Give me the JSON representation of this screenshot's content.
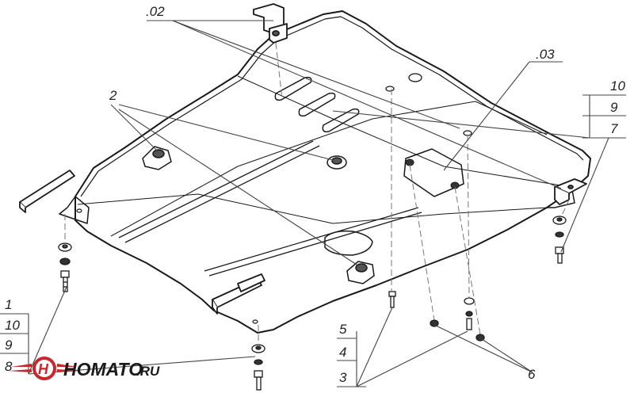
{
  "callouts": {
    "c02": ".02",
    "c03": ".03",
    "c2": "2",
    "c10r": "10",
    "c9r": "9",
    "c7": "7",
    "c1": "1",
    "c10l": "10",
    "c9l": "9",
    "c8": "8",
    "c5": "5",
    "c4": "4",
    "c3": "3",
    "c6": "6"
  },
  "logo": {
    "brand": "HOMATO",
    "suffix": ".RU"
  },
  "colors": {
    "line": "#1a1a1a",
    "leader": "#444444",
    "dash": "#777777",
    "logo_red": "#c8282c"
  }
}
